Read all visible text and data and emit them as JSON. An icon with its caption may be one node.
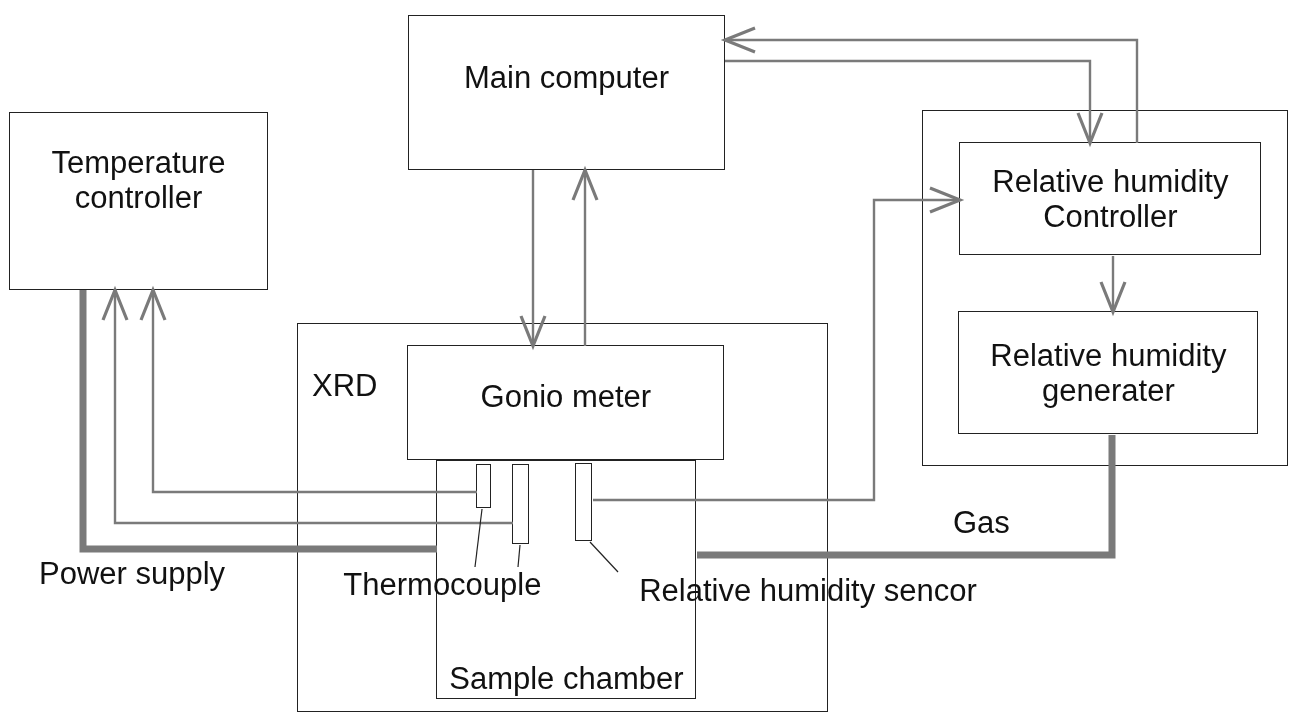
{
  "diagram": {
    "nodes": [
      {
        "text": [
          "Main computer"
        ]
      },
      {
        "text": [
          "Temperature controller"
        ]
      },
      {
        "text": [],
        "shape": "box"
      },
      {
        "text": [
          "Relative humidity Controller"
        ],
        "in": 2
      },
      {
        "text": [
          "Relative humidity generater"
        ],
        "in": 2
      },
      {
        "text": [
          "XRD"
        ]
      },
      {
        "text": [
          "Gonio meter"
        ],
        "in": 5
      },
      {
        "text": [
          "Sample chamber"
        ],
        "in": 5
      },
      {
        "text": [],
        "shape": "box",
        "in": 7
      },
      {
        "text": [],
        "shape": "box",
        "in": 7
      },
      {
        "text": [],
        "shape": "box",
        "in": 7
      },
      {
        "text": [
          "Thermocouple"
        ],
        "in": 5
      },
      {
        "text": [
          "Relative humidity sencor"
        ]
      }
    ],
    "edges": [
      {
        "from": 0,
        "to": 6,
        "arrow": "to"
      },
      {
        "from": 6,
        "to": 0,
        "arrow": "to"
      },
      {
        "from": 3,
        "to": 0,
        "arrow": "to"
      },
      {
        "from": 0,
        "to": 3,
        "arrow": "to"
      },
      {
        "from": 3,
        "to": 4,
        "arrow": "to"
      },
      {
        "from": 8,
        "to": 1,
        "arrow": "to"
      },
      {
        "from": 9,
        "to": 1,
        "arrow": "to"
      },
      {
        "from": 10,
        "to": 3,
        "arrow": "to"
      },
      {
        "from": 1,
        "to": 7,
        "arrow": "none",
        "style": "thick",
        "label": "Power supply"
      },
      {
        "from": 4,
        "to": 7,
        "arrow": "none",
        "style": "thick",
        "label": "Gas"
      },
      {
        "from": 11,
        "to": 8,
        "arrow": "none",
        "color": "#222222"
      },
      {
        "from": 11,
        "to": 9,
        "arrow": "none",
        "color": "#222222"
      },
      {
        "from": 12,
        "to": 10,
        "arrow": "none",
        "color": "#222222"
      }
    ]
  }
}
